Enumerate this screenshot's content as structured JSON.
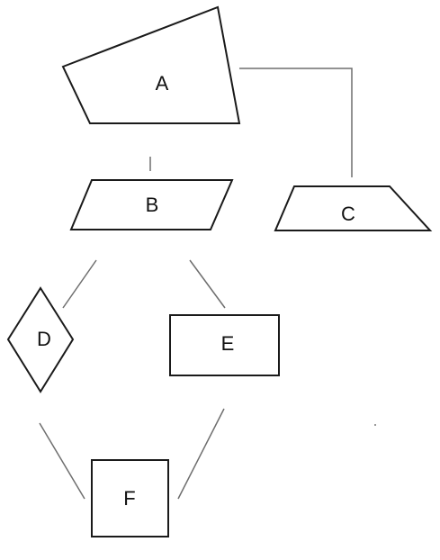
{
  "diagram": {
    "nodes": {
      "a": {
        "label": "A",
        "shape": "quadrilateral"
      },
      "b": {
        "label": "B",
        "shape": "parallelogram"
      },
      "c": {
        "label": "C",
        "shape": "trapezoid"
      },
      "d": {
        "label": "D",
        "shape": "diamond"
      },
      "e": {
        "label": "E",
        "shape": "rectangle"
      },
      "f": {
        "label": "F",
        "shape": "square"
      }
    },
    "edges": [
      {
        "from": "A",
        "to": "B"
      },
      {
        "from": "A",
        "to": "C"
      },
      {
        "from": "B",
        "to": "D"
      },
      {
        "from": "B",
        "to": "E"
      },
      {
        "from": "D",
        "to": "F"
      },
      {
        "from": "E",
        "to": "F"
      }
    ],
    "colors": {
      "shape_stroke": "#1a1a1a",
      "connector": "#6e6e6e",
      "background": "#ffffff"
    }
  }
}
